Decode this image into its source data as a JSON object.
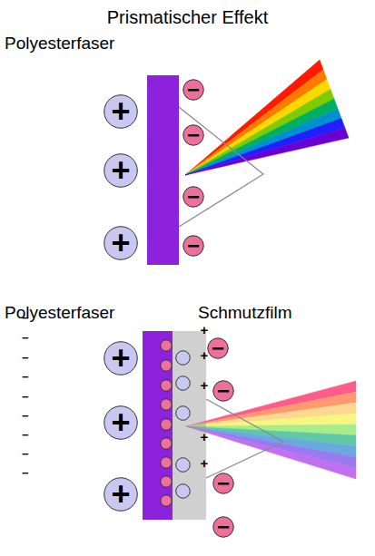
{
  "diagram": {
    "title": "Prismatischer Effekt",
    "nodes": [
      {
        "text": [
          "Polyesterfaser"
        ]
      },
      {
        "text": [
          "+"
        ]
      },
      {
        "text": [
          "+"
        ]
      },
      {
        "text": [
          "+"
        ]
      },
      {
        "text": [
          "−"
        ]
      },
      {
        "text": [
          "−"
        ]
      },
      {
        "text": [
          "−"
        ]
      },
      {
        "text": [
          "−"
        ]
      },
      {
        "text": [
          "Polyesterfaser"
        ]
      },
      {
        "text": [
          "−"
        ],
        "in": 8
      },
      {
        "text": [
          "−"
        ],
        "in": 8
      },
      {
        "text": [
          "−"
        ],
        "in": 8
      },
      {
        "text": [
          "−"
        ],
        "in": 8
      },
      {
        "text": [
          "−"
        ],
        "in": 8
      },
      {
        "text": [
          "−"
        ],
        "in": 8
      },
      {
        "text": [
          "−"
        ],
        "in": 8
      },
      {
        "text": [
          "−"
        ],
        "in": 8
      },
      {
        "text": [
          "−"
        ],
        "in": 8
      },
      {
        "text": [
          "Schmutzfilm"
        ]
      },
      {
        "text": [
          "+"
        ],
        "in": 18
      },
      {
        "text": [
          "+"
        ],
        "in": 18
      },
      {
        "text": [
          "+"
        ],
        "in": 18
      },
      {
        "text": [
          "+"
        ],
        "in": 18
      },
      {
        "text": [
          "+"
        ],
        "in": 18
      },
      {
        "text": [
          "+"
        ]
      },
      {
        "text": [
          "+"
        ]
      },
      {
        "text": [
          "+"
        ]
      },
      {
        "text": [
          "−"
        ]
      },
      {
        "text": [
          "−"
        ]
      },
      {
        "text": [
          "−"
        ]
      },
      {
        "text": [
          "−"
        ]
      }
    ]
  }
}
